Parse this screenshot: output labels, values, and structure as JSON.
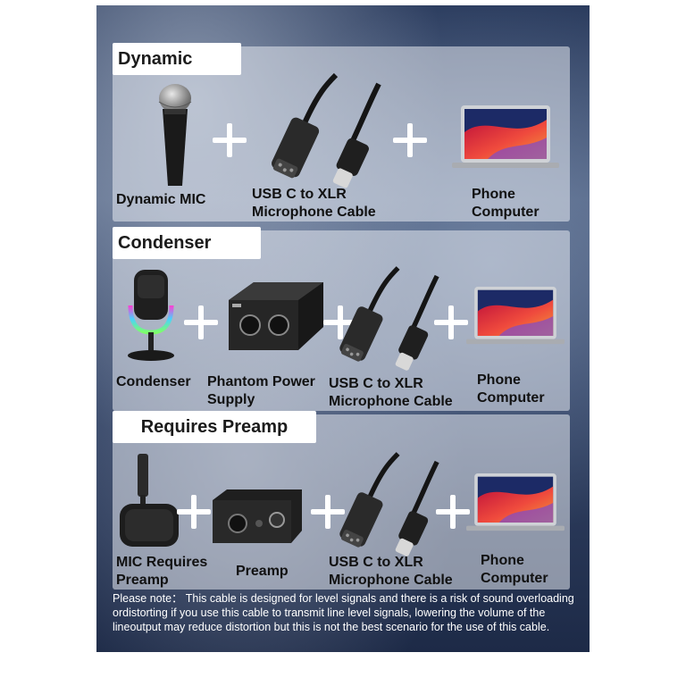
{
  "sections": [
    {
      "title": "Dynamic",
      "items": [
        "Dynamic MIC",
        "USB C to XLR\nMicrophone Cable",
        "Phone\nComputer"
      ]
    },
    {
      "title": "Condenser",
      "items": [
        "Condenser",
        "Phantom Power\nSupply",
        "USB C to XLR\nMicrophone Cable",
        "Phone\nComputer"
      ]
    },
    {
      "title": "Requires Preamp",
      "items": [
        "MIC Requires\nPreamp",
        "Preamp",
        "USB C to XLR\nMicrophone Cable",
        "Phone\nComputer"
      ]
    }
  ],
  "note": "Please note： This cable is designed for        level signals and there is a risk of sound overloading ordistorting if you use this cable to transmit line level signals, lowering the volume of the lineoutput may reduce distortion but this is not the best scenario for the use of this cable.",
  "colors": {
    "accent_plus": "#ffffff",
    "panel_title_bg": "#ffffff"
  },
  "icons": [
    "dynamic-mic-icon",
    "xlr-cable-icon",
    "laptop-icon",
    "condenser-mic-icon",
    "phantom-power-icon",
    "preamp-mic-icon",
    "preamp-icon"
  ]
}
